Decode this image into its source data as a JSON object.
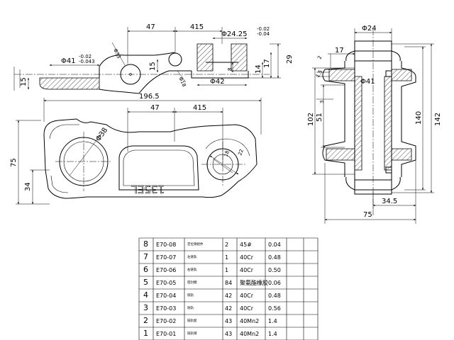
{
  "top_view": {
    "dim_47": "47",
    "dim_415": "415",
    "dim_bore": "Φ24.25",
    "dim_bore_tol_upper": "-0.02",
    "dim_bore_tol_lower": "-0.04",
    "dim_pin": "Φ41",
    "dim_pin_tol_upper": "-0.02",
    "dim_pin_tol_lower": "-0.043",
    "dim_r_top": "Φ33",
    "dim_r_bottom": "Φ18",
    "dim_15_left": "15",
    "dim_15_mid": "15",
    "dim_phi42": "Φ42",
    "dim_8": "8",
    "dim_14": "14",
    "dim_17": "17",
    "dim_29": "29"
  },
  "front_view": {
    "dim_overall": "196.5",
    "dim_47": "47",
    "dim_415": "415",
    "dim_phi38": "Φ38",
    "dim_18": "18",
    "dim_22": "22",
    "dim_height": "75",
    "dim_34": "34",
    "engraving": "135EL"
  },
  "side_view": {
    "dim_phi24": "Φ24",
    "dim_17": "17",
    "dim_phi41": "Φ41",
    "dim_2": "2",
    "dim_15": "1.5",
    "dim_3": "3",
    "dim_102": "102",
    "dim_51": "51",
    "dim_140": "140",
    "dim_142": "142",
    "dim_345": "34.5",
    "dim_75": "75"
  },
  "bom": {
    "rows": [
      {
        "no": "8",
        "code": "E70-08",
        "name": "定位销组件",
        "qty": "2",
        "material": "45#",
        "weight": "0.04"
      },
      {
        "no": "7",
        "code": "E70-07",
        "name": "左链轨",
        "qty": "1",
        "material": "40Cr",
        "weight": "0.48"
      },
      {
        "no": "6",
        "code": "E70-06",
        "name": "右链轨",
        "qty": "1",
        "material": "40Cr",
        "weight": "0.50"
      },
      {
        "no": "5",
        "code": "E70-05",
        "name": "密封圈",
        "qty": "84",
        "material": "聚氨酯橡胶",
        "weight": "0.06"
      },
      {
        "no": "4",
        "code": "E70-04",
        "name": "链轨",
        "qty": "42",
        "material": "40Cr",
        "weight": "0.48"
      },
      {
        "no": "3",
        "code": "E70-03",
        "name": "链轨",
        "qty": "42",
        "material": "40Cr",
        "weight": "0.56"
      },
      {
        "no": "2",
        "code": "E70-02",
        "name": "链轨套",
        "qty": "43",
        "material": "40Mn2",
        "weight": "1.4"
      },
      {
        "no": "1",
        "code": "E70-01",
        "name": "链轨销",
        "qty": "43",
        "material": "40Mn2",
        "weight": "1.4"
      }
    ]
  }
}
